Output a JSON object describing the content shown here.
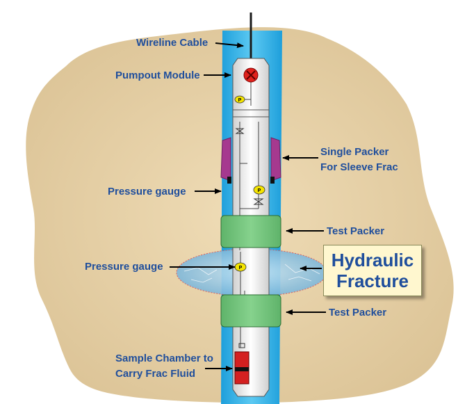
{
  "labels": {
    "wireline_cable": "Wireline Cable",
    "pumpout_module": "Pumpout Module",
    "single_packer_line1": "Single Packer",
    "single_packer_line2": "For Sleeve Frac",
    "pressure_gauge_upper": "Pressure gauge",
    "test_packer_upper": "Test Packer",
    "pressure_gauge_lower": "Pressure gauge",
    "hydraulic_fracture_line1": "Hydraulic",
    "hydraulic_fracture_line2": "Fracture",
    "test_packer_lower": "Test Packer",
    "sample_chamber_line1": "Sample Chamber to",
    "sample_chamber_line2": "Carry Frac Fluid",
    "gauge_symbol": "P"
  },
  "colors": {
    "rock": "#e8d3a8",
    "borehole": "#35b6ea",
    "tool_body": "#eeeeee",
    "test_packer": "#74c47c",
    "single_packer": "#a6398f",
    "gauge": "#f4e400",
    "pump": "#e0211c",
    "sample_chamber": "#d42020",
    "label_text": "#1f4e9c",
    "fracture": "#9fcbe4",
    "fracture_box": "#fff7cf"
  }
}
